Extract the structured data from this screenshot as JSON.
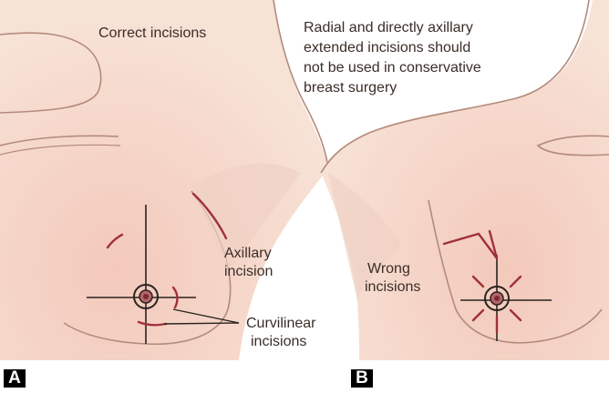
{
  "panel_a": {
    "tag": "A",
    "title": "Correct incisions",
    "axillary_label": [
      "Axillary",
      "incision"
    ],
    "curvilinear_label": [
      "Curvilinear",
      "incisions"
    ]
  },
  "panel_b": {
    "tag": "B",
    "note": [
      "Radial and directly axillary",
      "extended incisions should",
      "not be used in conservative",
      "breast surgery"
    ],
    "wrong_label": [
      "Wrong",
      "incisions"
    ]
  },
  "colors": {
    "skin": "#f6dfd2",
    "skin_shadow": "#ecc3b3",
    "outline": "#b48a7c",
    "incision": "#a0303a",
    "crosshair": "#2a2320",
    "text": "#3a2d28"
  }
}
